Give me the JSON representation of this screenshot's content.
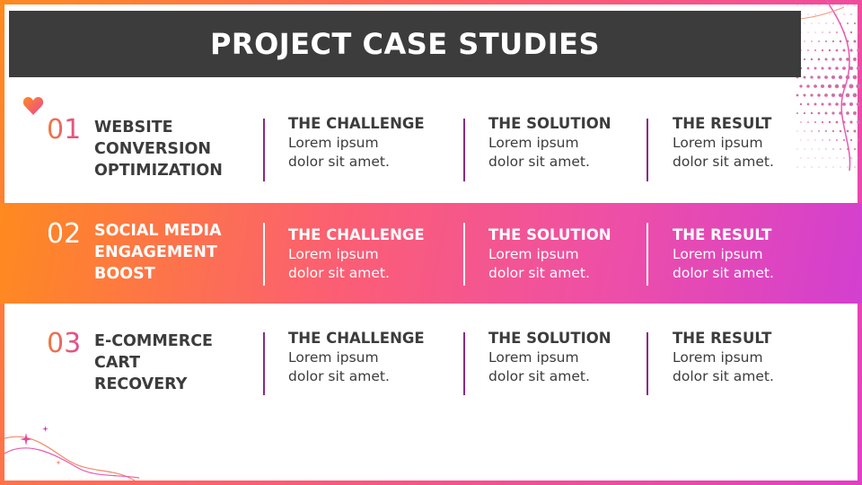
{
  "title": "PROJECT CASE STUDIES",
  "columns": [
    "THE CHALLENGE",
    "THE SOLUTION",
    "THE RESULT"
  ],
  "rows": [
    {
      "number": "01",
      "title": "WEBSITE\nCONVERSION\nOPTIMIZATION",
      "cells": [
        "Lorem ipsum\ndolor sit amet.",
        "Lorem ipsum\ndolor sit amet.",
        "Lorem ipsum\ndolor sit amet."
      ]
    },
    {
      "number": "02",
      "title": "SOCIAL MEDIA\nENGAGEMENT\nBOOST",
      "cells": [
        "Lorem ipsum\ndolor sit amet.",
        "Lorem ipsum\ndolor sit amet.",
        "Lorem ipsum\ndolor sit amet."
      ]
    },
    {
      "number": "03",
      "title": "E-COMMERCE\nCART\nRECOVERY",
      "cells": [
        "Lorem ipsum\ndolor sit amet.",
        "Lorem ipsum\ndolor sit amet.",
        "Lorem ipsum\ndolor sit amet."
      ]
    }
  ],
  "colors": {
    "accent_orange": "#ff8a1f",
    "accent_pink": "#e23ec6",
    "divider": "#8a2a86",
    "text_dark": "#3c3c3c",
    "title_bar": "#3c3c3c"
  },
  "icons": [
    "heart-icon",
    "sparkle-icon",
    "halftone-dots-decoration",
    "swirl-line-decoration"
  ]
}
